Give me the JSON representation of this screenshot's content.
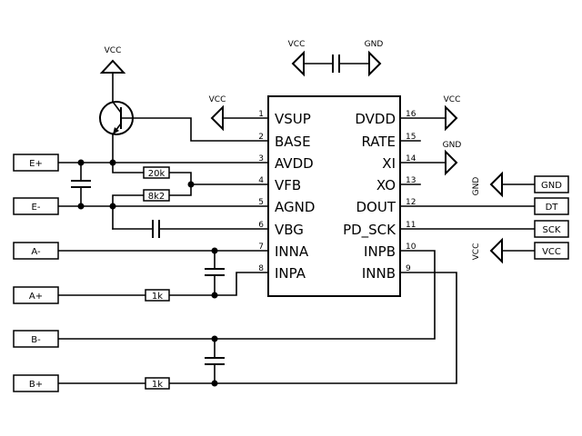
{
  "power": {
    "vcc": "VCC",
    "gnd": "GND"
  },
  "ic": {
    "left_pins": [
      {
        "num": "1",
        "name": "VSUP"
      },
      {
        "num": "2",
        "name": "BASE"
      },
      {
        "num": "3",
        "name": "AVDD"
      },
      {
        "num": "4",
        "name": "VFB"
      },
      {
        "num": "5",
        "name": "AGND"
      },
      {
        "num": "6",
        "name": "VBG"
      },
      {
        "num": "7",
        "name": "INNA"
      },
      {
        "num": "8",
        "name": "INPA"
      }
    ],
    "right_pins": [
      {
        "num": "16",
        "name": "DVDD"
      },
      {
        "num": "15",
        "name": "RATE"
      },
      {
        "num": "14",
        "name": "XI"
      },
      {
        "num": "13",
        "name": "XO"
      },
      {
        "num": "12",
        "name": "DOUT"
      },
      {
        "num": "11",
        "name": "PD_SCK"
      },
      {
        "num": "10",
        "name": "INPB"
      },
      {
        "num": "9",
        "name": "INNB"
      }
    ]
  },
  "resistors": {
    "r_top": "20k",
    "r_bottom": "8k2",
    "r_a": "1k",
    "r_b": "1k"
  },
  "inputs": {
    "e_plus": "E+",
    "e_minus": "E-",
    "a_minus": "A-",
    "a_plus": "A+",
    "b_minus": "B-",
    "b_plus": "B+"
  },
  "outputs": {
    "gnd": "GND",
    "dt": "DT",
    "sck": "SCK",
    "vcc": "VCC"
  }
}
